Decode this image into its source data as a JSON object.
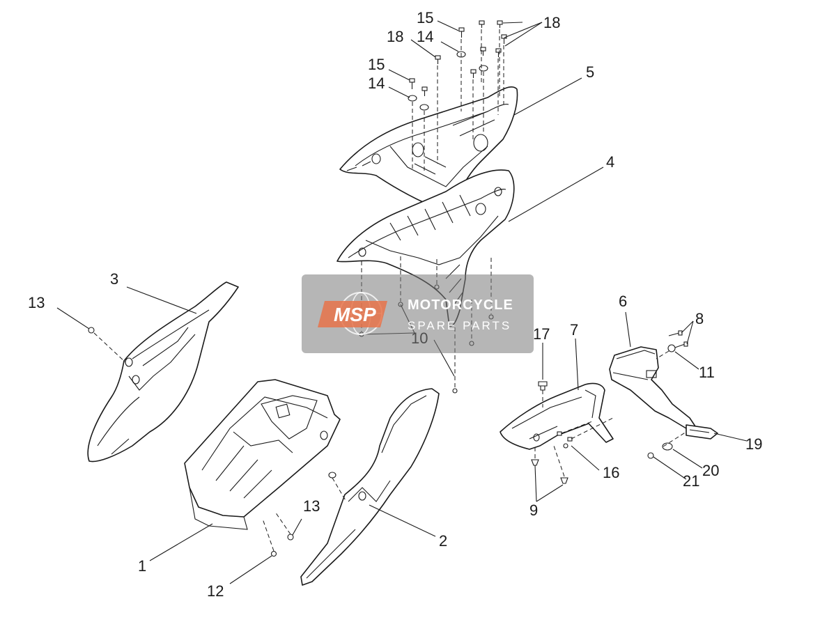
{
  "diagram": {
    "callouts": [
      {
        "id": "c15a",
        "text": "15"
      },
      {
        "id": "c18a",
        "text": "18"
      },
      {
        "id": "c18b",
        "text": "18"
      },
      {
        "id": "c14a",
        "text": "14"
      },
      {
        "id": "c15b",
        "text": "15"
      },
      {
        "id": "c14b",
        "text": "14"
      },
      {
        "id": "c5",
        "text": "5"
      },
      {
        "id": "c4",
        "text": "4"
      },
      {
        "id": "c3",
        "text": "3"
      },
      {
        "id": "c13a",
        "text": "13"
      },
      {
        "id": "c10",
        "text": "10"
      },
      {
        "id": "c6",
        "text": "6"
      },
      {
        "id": "c8",
        "text": "8"
      },
      {
        "id": "c17",
        "text": "17"
      },
      {
        "id": "c7",
        "text": "7"
      },
      {
        "id": "c11",
        "text": "11"
      },
      {
        "id": "c19",
        "text": "19"
      },
      {
        "id": "c16",
        "text": "16"
      },
      {
        "id": "c20",
        "text": "20"
      },
      {
        "id": "c21",
        "text": "21"
      },
      {
        "id": "c9",
        "text": "9"
      },
      {
        "id": "c13b",
        "text": "13"
      },
      {
        "id": "c2",
        "text": "2"
      },
      {
        "id": "c1",
        "text": "1"
      },
      {
        "id": "c12",
        "text": "12"
      }
    ]
  },
  "watermark": {
    "logo": "MSP",
    "line1": "MOTORCYCLE",
    "line2": "SPARE PARTS"
  },
  "colors": {
    "watermark_accent": "#e8734a",
    "line": "#1a1a1a"
  }
}
